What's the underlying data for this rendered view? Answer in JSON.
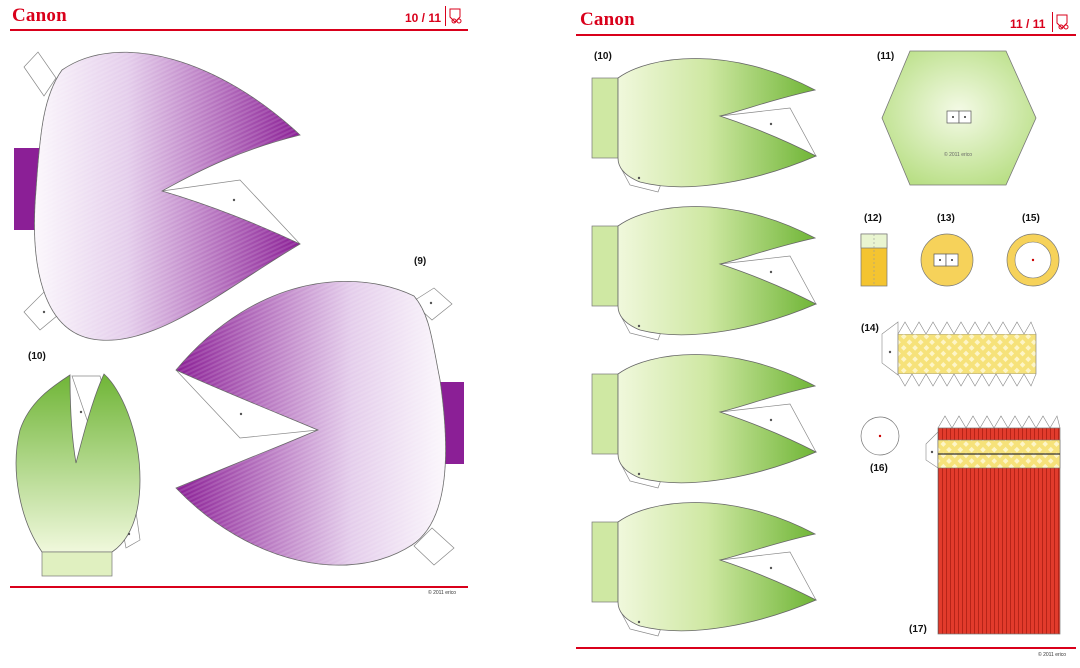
{
  "brand": "Canon",
  "brand_color": "#d9001b",
  "left_page": {
    "page_number": "10 / 11",
    "icon": "scissors-glue-icon",
    "labels": {
      "part_9": "(9)",
      "part_10": "(10)"
    },
    "copyright": "© 2011 erico"
  },
  "right_page": {
    "page_number": "11 / 11",
    "icon": "scissors-glue-icon",
    "labels": {
      "part_10": "(10)",
      "part_11": "(11)",
      "part_12": "(12)",
      "part_13": "(13)",
      "part_14": "(14)",
      "part_15": "(15)",
      "part_16": "(16)",
      "part_17": "(17)"
    },
    "hexagon_text": "© 2011 erico",
    "copyright": "© 2011 erico"
  },
  "colors": {
    "purple_dark": "#8b1f96",
    "purple_light": "#f4ecf7",
    "green_dark": "#6fb536",
    "green_light": "#eef7d8",
    "yellow": "#f6d25a",
    "red": "#e23b2c"
  }
}
